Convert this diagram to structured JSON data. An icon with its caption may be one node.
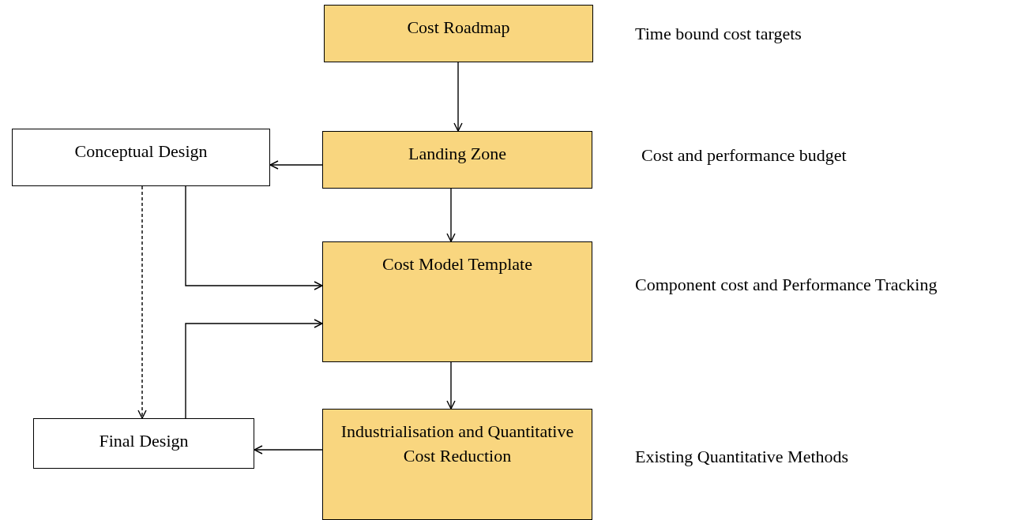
{
  "diagram": {
    "nodes": [
      {
        "text": [
          "Cost Roadmap"
        ],
        "beside": [
          "Time bound cost targets"
        ]
      },
      {
        "text": [
          "Conceptual Design"
        ]
      },
      {
        "text": [
          "Landing Zone"
        ],
        "beside": [
          "Cost and performance budget"
        ]
      },
      {
        "text": [
          "Cost Model Template"
        ],
        "beside": [
          "Component cost and Performance Tracking"
        ]
      },
      {
        "text": [
          "Final Design"
        ]
      },
      {
        "text": [
          "Industrialisation and Quantitative Cost Reduction"
        ],
        "beside": [
          "Existing Quantitative Methods"
        ]
      }
    ],
    "edges": [
      {
        "from": 0,
        "to": 2,
        "arrow": "to"
      },
      {
        "from": 2,
        "to": 1,
        "arrow": "to"
      },
      {
        "from": 2,
        "to": 3,
        "arrow": "to"
      },
      {
        "from": 1,
        "to": 3,
        "arrow": "to"
      },
      {
        "from": 1,
        "to": 4,
        "arrow": "to",
        "style": "dashed"
      },
      {
        "from": 4,
        "to": 3,
        "arrow": "to"
      },
      {
        "from": 3,
        "to": 5,
        "arrow": "to"
      },
      {
        "from": 5,
        "to": 4,
        "arrow": "to"
      }
    ]
  }
}
